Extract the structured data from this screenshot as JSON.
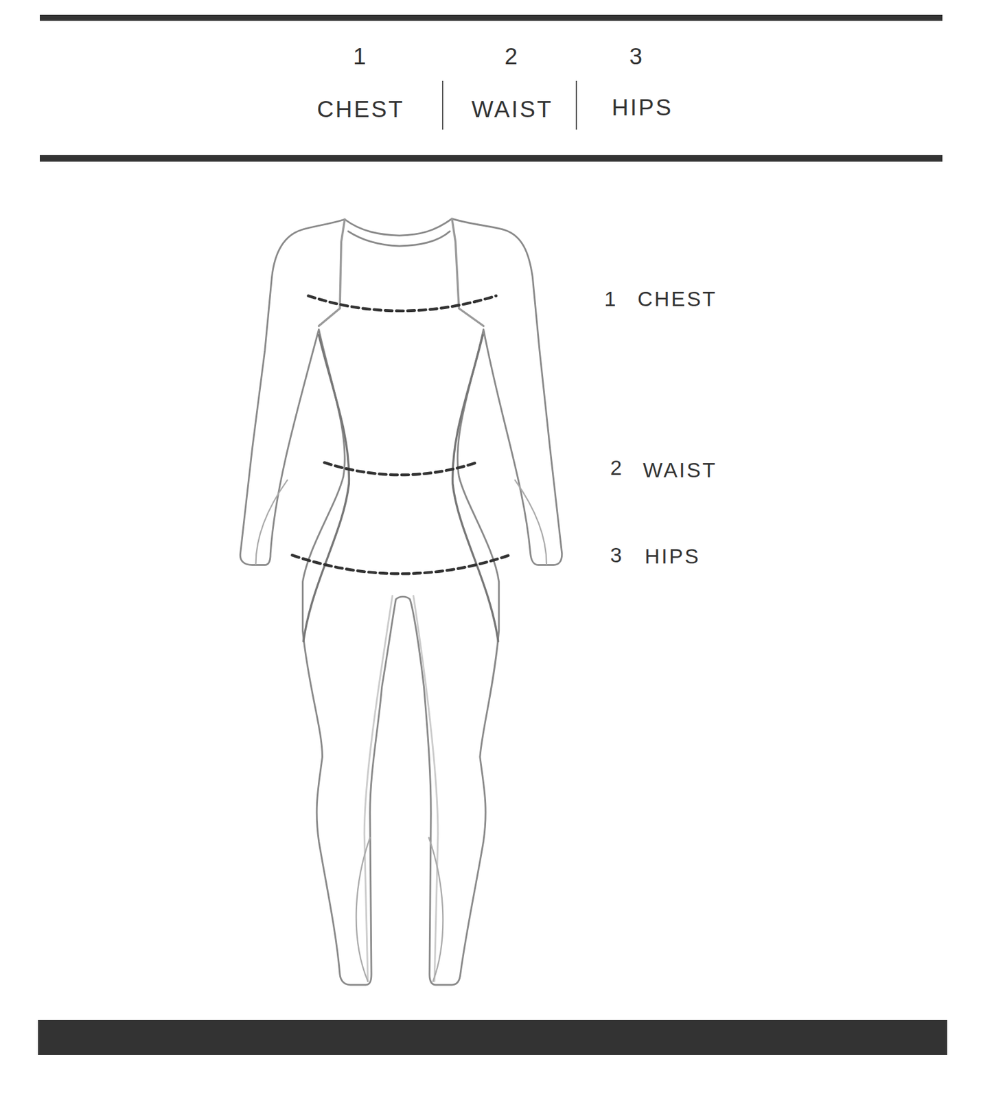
{
  "diagram": {
    "labels": [
      "1",
      "CHEST",
      "2",
      "WAIST",
      "3",
      "HIPS",
      "1",
      "CHEST",
      "2",
      "WAIST",
      "3",
      "HIPS"
    ]
  }
}
